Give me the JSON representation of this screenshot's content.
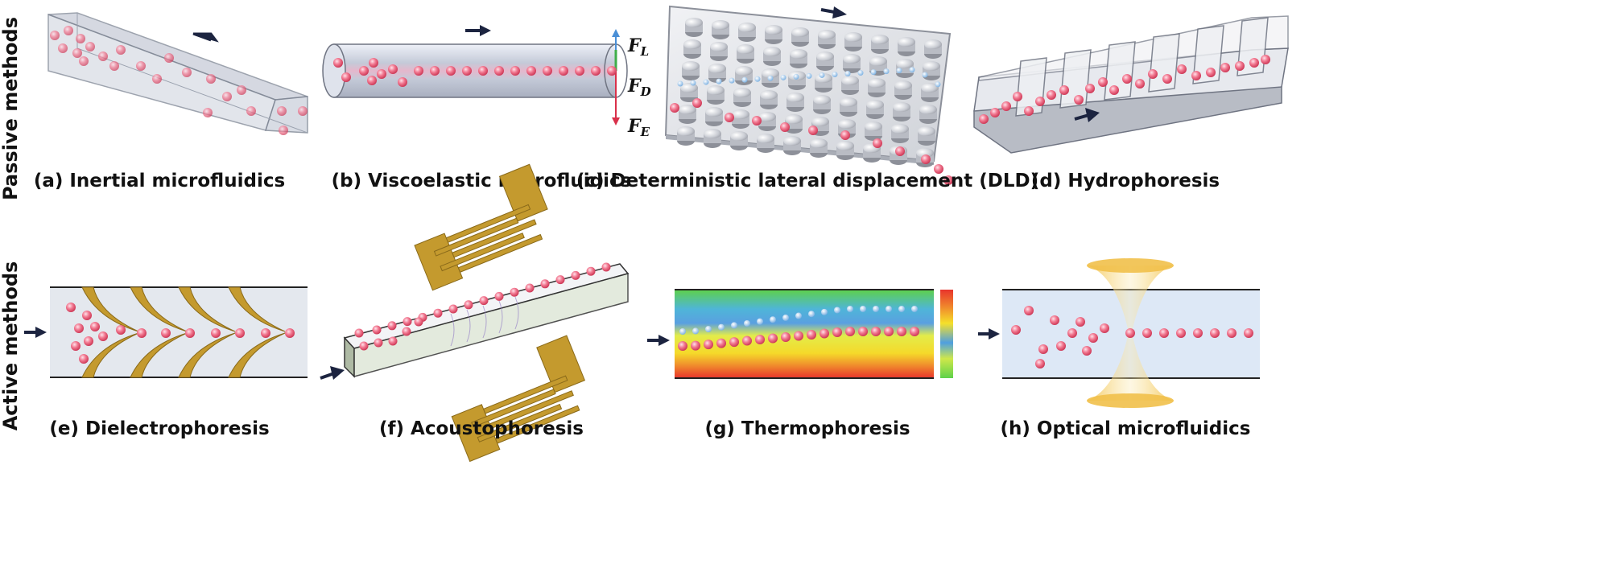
{
  "rows": {
    "passive_label": "Passive methods",
    "active_label": "Active methods"
  },
  "captions": {
    "a": "(a) Inertial microfluidics",
    "b": "(b) Viscoelastic microfluidics",
    "c": "(c) Deterministic lateral displacement (DLD)",
    "d": "(d) Hydrophoresis",
    "e": "(e) Dielectrophoresis",
    "f": "(f) Acoustophoresis",
    "g": "(g) Thermophoresis",
    "h": "(h) Optical microfluidics"
  },
  "forces": {
    "lift": "F",
    "lift_sub": "L",
    "drag": "F",
    "drag_sub": "D",
    "elastic": "F",
    "elastic_sub": "E"
  },
  "colors": {
    "particle_red": "#f0607a",
    "particle_blue": "#8fc3ee",
    "electrode_gold": "#c49a2e",
    "arrow": "#1c2440",
    "channel_fill": "#e4e8ee",
    "optical_fill": "#dde8f6"
  }
}
